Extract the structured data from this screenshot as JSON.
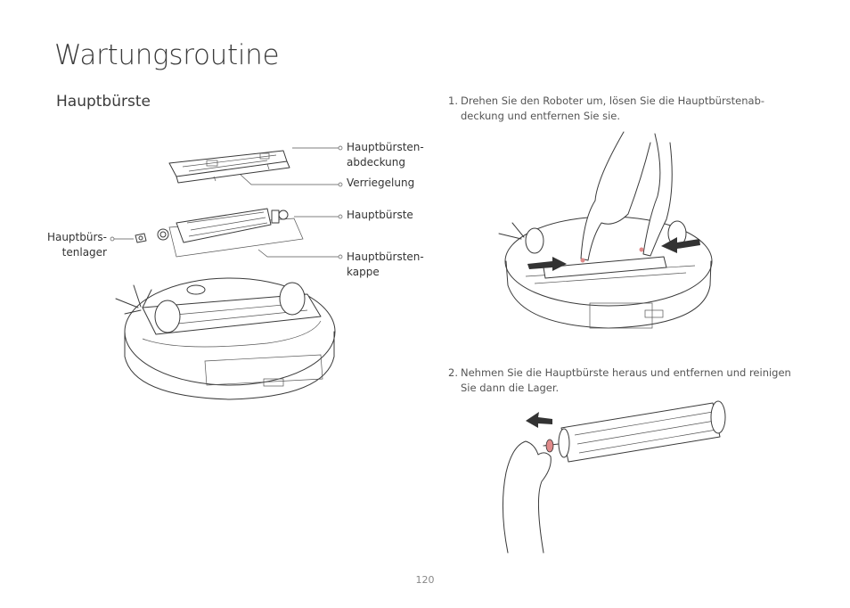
{
  "page": {
    "title": "Wartungsroutine",
    "section": "Hauptbürste",
    "page_number": "120"
  },
  "labels": {
    "cover": "Hauptbürsten-\nabdeckung",
    "latch": "Verriegelung",
    "brush": "Hauptbürste",
    "cap": "Hauptbürsten-\nkappe",
    "bearing": "Hauptbürs-\ntenlager"
  },
  "steps": [
    {
      "number": "1.",
      "text": "Drehen Sie den Roboter um, lösen Sie die Hauptbürstenab- deckung und entfernen Sie sie."
    },
    {
      "number": "2.",
      "text": "Nehmen Sie die Hauptbürste heraus und entfernen und reinigen Sie dann die Lager."
    }
  ],
  "colors": {
    "text": "#3a3a3a",
    "accent": "#e08a8a",
    "arrow": "#333333"
  }
}
